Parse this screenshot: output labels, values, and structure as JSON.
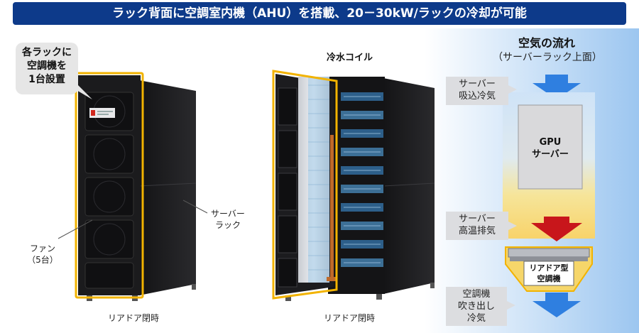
{
  "banner": {
    "title": "ラック背面に空調室内機（AHU）を搭載、20－30kW/ラックの冷却が可能"
  },
  "left_rack": {
    "bubble_line1": "各ラックに",
    "bubble_line2": "空調機を",
    "bubble_line3": "1台設置",
    "fan_label_line1": "ファン",
    "fan_label_line2": "（5台）",
    "server_rack_line1": "サーバー",
    "server_rack_line2": "ラック",
    "caption": "リアドア閉時"
  },
  "middle_rack": {
    "coil_label": "冷水コイル",
    "caption": "リアドア閉時"
  },
  "airflow": {
    "title": "空気の流れ",
    "subtitle": "（サーバーラック上面）",
    "intake_line1": "サーバー",
    "intake_line2": "吸込冷気",
    "gpu_line1": "GPU",
    "gpu_line2": "サーバー",
    "exhaust_line1": "サーバー",
    "exhaust_line2": "高温排気",
    "ahu_line1": "リアドア型",
    "ahu_line2": "空調機",
    "outlet_line1": "空調機",
    "outlet_line2": "吹き出し",
    "outlet_line3": "冷気"
  },
  "colors": {
    "banner": "#0d3a8a",
    "highlight": "#f2b300",
    "cool_arrow": "#2f7fe0",
    "hot_arrow": "#c8161b",
    "rack": "#1e1e20"
  }
}
